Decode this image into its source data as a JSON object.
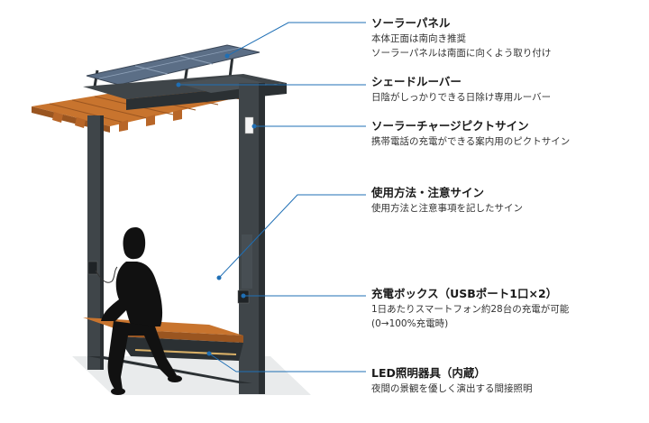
{
  "colors": {
    "frame": "#3f4549",
    "frame_dark": "#2b3033",
    "wood": "#c8742e",
    "wood_dark": "#9a5520",
    "panel": "#5b6e86",
    "leader": "#1f6fb5",
    "silhouette": "#111111"
  },
  "callouts": [
    {
      "id": "solar-panel",
      "title": "ソーラーパネル",
      "desc": [
        "本体正面は南向き推奨",
        "ソーラーパネルは南面に向くよう取り付け"
      ]
    },
    {
      "id": "shade-louver",
      "title": "シェードルーバー",
      "desc": [
        "日陰がしっかりできる日除け専用ルーバー"
      ]
    },
    {
      "id": "solar-charge-pictogram",
      "title": "ソーラーチャージピクトサイン",
      "desc": [
        "携帯電話の充電ができる案内用のピクトサイン"
      ]
    },
    {
      "id": "usage-caution-sign",
      "title": "使用方法・注意サイン",
      "desc": [
        "使用方法と注意事項を記したサイン"
      ]
    },
    {
      "id": "charging-box",
      "title": "充電ボックス（USBポート1口×2）",
      "desc": [
        "1日あたりスマートフォン約28台の充電が可能",
        "(0→100%充電時)"
      ]
    },
    {
      "id": "led-lighting",
      "title": "LED照明器具（内蔵）",
      "desc": [
        "夜間の景観を優しく演出する間接照明"
      ]
    }
  ]
}
